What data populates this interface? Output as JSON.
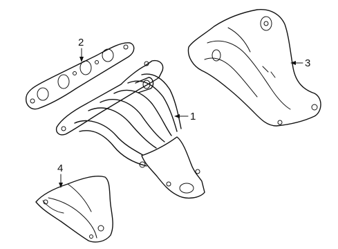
{
  "callouts": [
    {
      "id": "1",
      "text": "1"
    },
    {
      "id": "2",
      "text": "2"
    },
    {
      "id": "3",
      "text": "3"
    },
    {
      "id": "4",
      "text": "4"
    }
  ],
  "parts": [
    {
      "callout": "1",
      "icon": "exhaust-manifold-icon"
    },
    {
      "callout": "2",
      "icon": "manifold-gasket-icon"
    },
    {
      "callout": "3",
      "icon": "upper-heat-shield-icon"
    },
    {
      "callout": "4",
      "icon": "lower-heat-shield-icon"
    }
  ]
}
